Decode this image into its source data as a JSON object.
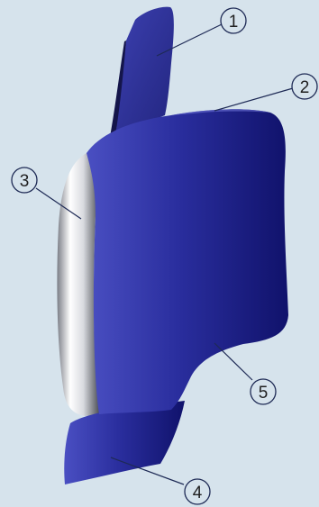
{
  "colors": {
    "background": "#d6e3ec",
    "part_main": "#2a2e9e",
    "part_dark": "#10126b",
    "part_light": "#4a4fc2",
    "insert_highlight": "#ffffff",
    "insert_shadow": "#5b5e66",
    "callout_line": "#1e2a55",
    "callout_fill": "#d6e3ec"
  },
  "callouts": [
    {
      "label": "1"
    },
    {
      "label": "2"
    },
    {
      "label": "3"
    },
    {
      "label": "4"
    },
    {
      "label": "5"
    }
  ]
}
